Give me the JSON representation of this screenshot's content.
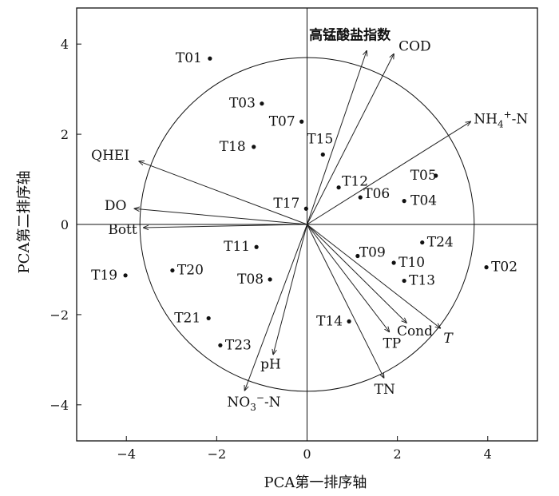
{
  "chart_data": {
    "type": "scatter",
    "title": "",
    "xlabel": "PCA第一排序轴",
    "ylabel": "PCA第二排序轴",
    "xlim": [
      -5.1,
      5.1
    ],
    "ylim": [
      -4.8,
      4.8
    ],
    "xticks": [
      -4,
      -2,
      0,
      2,
      4
    ],
    "yticks": [
      -4,
      -2,
      0,
      2,
      4
    ],
    "tick_labels": {
      "x": [
        "−4",
        "−2",
        "0",
        "2",
        "4"
      ],
      "y": [
        "−4",
        "−2",
        "0",
        "2",
        "4"
      ]
    },
    "circle_radius": 3.7,
    "sites": [
      {
        "name": "T01",
        "x": -2.15,
        "y": 3.68
      },
      {
        "name": "T02",
        "x": 3.97,
        "y": -0.95
      },
      {
        "name": "T03",
        "x": -1.0,
        "y": 2.68
      },
      {
        "name": "T04",
        "x": 2.15,
        "y": 0.52
      },
      {
        "name": "T05",
        "x": 2.85,
        "y": 1.08
      },
      {
        "name": "T06",
        "x": 1.18,
        "y": 0.6
      },
      {
        "name": "T07",
        "x": -0.12,
        "y": 2.28
      },
      {
        "name": "T08",
        "x": -0.82,
        "y": -1.22
      },
      {
        "name": "T09",
        "x": 1.12,
        "y": -0.7
      },
      {
        "name": "T10",
        "x": 1.92,
        "y": -0.85
      },
      {
        "name": "T11",
        "x": -1.12,
        "y": -0.5
      },
      {
        "name": "T12",
        "x": 0.7,
        "y": 0.82
      },
      {
        "name": "T13",
        "x": 2.15,
        "y": -1.25
      },
      {
        "name": "T14",
        "x": 0.93,
        "y": -2.15
      },
      {
        "name": "T15",
        "x": 0.35,
        "y": 1.55
      },
      {
        "name": "T17",
        "x": -0.02,
        "y": 0.35
      },
      {
        "name": "T18",
        "x": -1.18,
        "y": 1.72
      },
      {
        "name": "T19",
        "x": -4.02,
        "y": -1.13
      },
      {
        "name": "T20",
        "x": -2.98,
        "y": -1.02
      },
      {
        "name": "T21",
        "x": -2.18,
        "y": -2.08
      },
      {
        "name": "T23",
        "x": -1.92,
        "y": -2.68
      },
      {
        "name": "T24",
        "x": 2.55,
        "y": -0.4
      }
    ],
    "variables": [
      {
        "name": "高锰酸盐指数",
        "x": 1.32,
        "y": 3.85
      },
      {
        "name": "COD",
        "x": 1.92,
        "y": 3.78
      },
      {
        "name": "NH4+-N",
        "parts": [
          "NH",
          "4",
          "+",
          "-N"
        ],
        "x": 3.62,
        "y": 2.28
      },
      {
        "name": "QHEI",
        "x": -3.72,
        "y": 1.4
      },
      {
        "name": "DO",
        "x": -3.82,
        "y": 0.35
      },
      {
        "name": "Bott",
        "x": -3.62,
        "y": -0.07
      },
      {
        "name": "Cond",
        "x": 2.2,
        "y": -2.18
      },
      {
        "name": "T",
        "x": 2.95,
        "y": -2.3
      },
      {
        "name": "TP",
        "x": 1.82,
        "y": -2.38
      },
      {
        "name": "TN",
        "x": 1.7,
        "y": -3.4
      },
      {
        "name": "pH",
        "x": -0.75,
        "y": -2.88
      },
      {
        "name": "NO3−-N",
        "parts": [
          "NO",
          "3",
          "−",
          "-N"
        ],
        "x": -1.38,
        "y": -3.68
      }
    ]
  }
}
